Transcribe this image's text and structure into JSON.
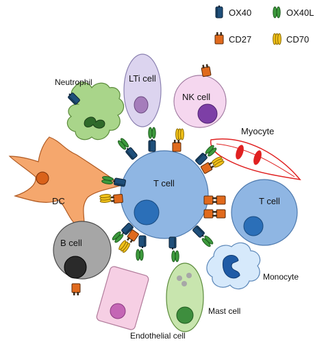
{
  "legend": {
    "ox40": "OX40",
    "ox40l": "OX40L",
    "cd27": "CD27",
    "cd70": "CD70"
  },
  "cells": {
    "center_t_cell": "T cell",
    "right_t_cell": "T cell",
    "neutrophil": "Neutrophil",
    "lti_cell": "LTi cell",
    "nk_cell": "NK cell",
    "myocyte": "Myocyte",
    "dc": "DC",
    "b_cell": "B cell",
    "endothelial_cell": "Endothelial cell",
    "mast_cell": "Mast cell",
    "monocyte": "Monocyte"
  },
  "colors": {
    "ox40_body": "#1f4f7a",
    "ox40l_body": "#3d9a3d",
    "cd27_body": "#e06a1d",
    "cd70_body": "#f2c21a",
    "t_cell_fill": "#8fb6e3",
    "nucleus_blue": "#2b6fb8"
  }
}
